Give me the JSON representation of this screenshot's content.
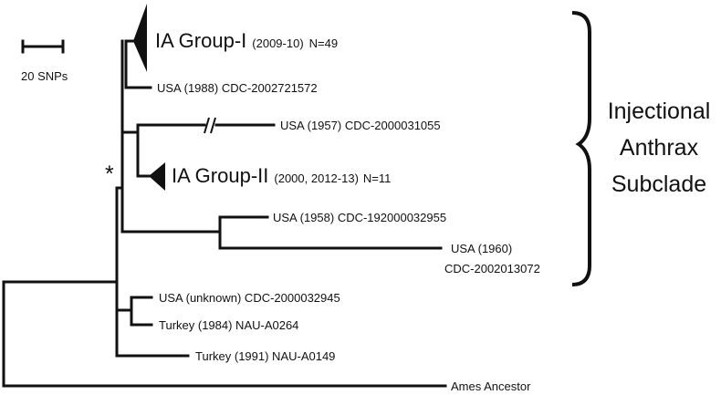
{
  "scale_bar": {
    "label": "20 SNPs"
  },
  "support_marker": "*",
  "taxa": {
    "ia_group_1": {
      "name": "IA Group-I",
      "detail": "(2009-10)",
      "count": "N=49"
    },
    "usa_1988": {
      "label": "USA (1988) CDC-2002721572"
    },
    "usa_1957": {
      "label": "USA (1957) CDC-2000031055"
    },
    "ia_group_2": {
      "name": "IA Group-II",
      "detail": "(2000, 2012-13)",
      "count": "N=11"
    },
    "usa_1958": {
      "label": "USA (1958) CDC-192000032955"
    },
    "usa_1960": {
      "line1": "USA (1960)",
      "line2": "CDC-2002013072"
    },
    "usa_unknown": {
      "label": "USA (unknown) CDC-2000032945"
    },
    "turkey_1984": {
      "label": "Turkey (1984) NAU-A0264"
    },
    "turkey_1991": {
      "label": "Turkey (1991) NAU-A0149"
    },
    "ames": {
      "label": "Ames Ancestor"
    }
  },
  "subclade": {
    "line1": "Injectional",
    "line2": "Anthrax",
    "line3": "Subclade"
  }
}
